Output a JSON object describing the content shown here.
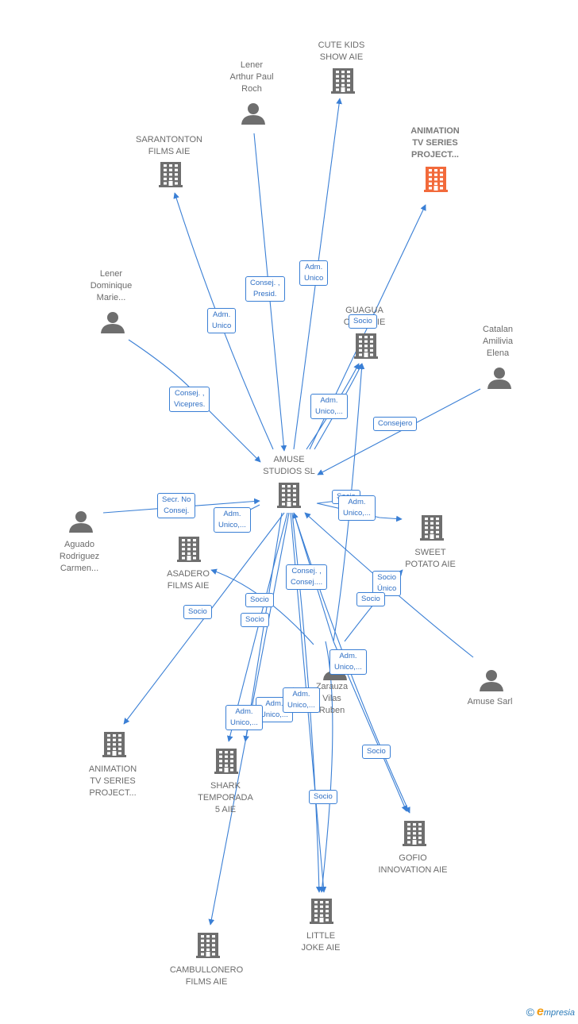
{
  "nodes": {
    "amuse_studios": {
      "label": [
        "AMUSE",
        "STUDIOS SL"
      ],
      "type": "company"
    },
    "cute_kids": {
      "label": [
        "CUTE KIDS",
        "SHOW AIE"
      ],
      "type": "company"
    },
    "lener_arthur": {
      "label": [
        "Lener",
        "Arthur Paul",
        "Roch"
      ],
      "type": "person"
    },
    "animation_tv_top": {
      "label": [
        "ANIMATION",
        "TV SERIES",
        "PROJECT..."
      ],
      "type": "company",
      "highlight": true
    },
    "sarantonton": {
      "label": [
        "SARANTONTON",
        "FILMS AIE"
      ],
      "type": "company"
    },
    "lener_dominique": {
      "label": [
        "Lener",
        "Dominique",
        "Marie..."
      ],
      "type": "person"
    },
    "guagua": {
      "label": [
        "GUAGUA",
        "CAR... AIE"
      ],
      "type": "company"
    },
    "catalan": {
      "label": [
        "Catalan",
        "Amilivia",
        "Elena"
      ],
      "type": "person"
    },
    "aguado": {
      "label": [
        "Aguado",
        "Rodriguez",
        "Carmen..."
      ],
      "type": "person"
    },
    "asadero": {
      "label": [
        "ASADERO",
        "FILMS AIE"
      ],
      "type": "company"
    },
    "sweet_potato": {
      "label": [
        "SWEET",
        "POTATO AIE"
      ],
      "type": "company"
    },
    "zarauza": {
      "label": [
        "Zarauza",
        "Vilas",
        "Ruben"
      ],
      "type": "person"
    },
    "amuse_sarl": {
      "label": [
        "Amuse Sarl"
      ],
      "type": "person"
    },
    "animation_tv_bottom": {
      "label": [
        "ANIMATION",
        "TV SERIES",
        "PROJECT..."
      ],
      "type": "company"
    },
    "shark": {
      "label": [
        "SHARK",
        "TEMPORADA",
        "5 AIE"
      ],
      "type": "company"
    },
    "gofio": {
      "label": [
        "GOFIO",
        "INNOVATION AIE"
      ],
      "type": "company"
    },
    "little_joke": {
      "label": [
        "LITTLE",
        "JOKE AIE"
      ],
      "type": "company"
    },
    "cambullonero": {
      "label": [
        "CAMBULLONERO",
        "FILMS AIE"
      ],
      "type": "company"
    }
  },
  "edge_labels": {
    "adm_unico_cute": [
      "Adm.",
      "Unico"
    ],
    "consej_presid": [
      "Consej. ,",
      "Presid."
    ],
    "adm_unico_saran": [
      "Adm.",
      "Unico"
    ],
    "socio_guagua": [
      "Socio"
    ],
    "consej_vicepres": [
      "Consej. ,",
      "Vicepres."
    ],
    "adm_unico_guagua": [
      "Adm.",
      "Unico,..."
    ],
    "consejero": [
      "Consejero"
    ],
    "secr_no_consej": [
      "Secr. No",
      "Consej."
    ],
    "adm_unico_asadero": [
      "Adm.",
      "Unico,..."
    ],
    "socio_sweet_back": [
      "Socio"
    ],
    "adm_unico_sweet": [
      "Adm.",
      "Unico,..."
    ],
    "consej_consej": [
      "Consej. ,",
      "Consej...."
    ],
    "socio_unico": [
      "Socio",
      "Único"
    ],
    "socio_right": [
      "Socio"
    ],
    "socio_asadero": [
      "Socio"
    ],
    "socio_anim": [
      "Socio"
    ],
    "socio_mid": [
      "Socio"
    ],
    "adm_unico_zarauza": [
      "Adm.",
      "Unico,..."
    ],
    "adm_unico_shark_back": [
      "Adm.",
      "Unico,..."
    ],
    "adm_unico_little": [
      "Adm.",
      "Unico,..."
    ],
    "adm_unico_shark": [
      "Adm.",
      "Unico,..."
    ],
    "socio_gofio": [
      "Socio"
    ],
    "socio_little": [
      "Socio"
    ]
  },
  "footer": {
    "copyright": "©",
    "brand_e": "e",
    "brand_rest": "mpresia"
  },
  "colors": {
    "edge": "#3a7fd5",
    "icon": "#6e6e6e",
    "highlight": "#f26a3b"
  }
}
